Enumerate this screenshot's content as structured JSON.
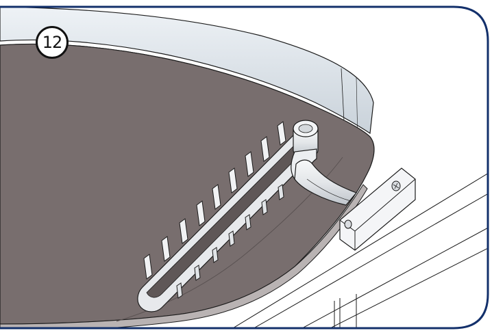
{
  "step": {
    "number": "12"
  },
  "colors": {
    "frame_border": "#13306b",
    "tray_surface": "#786e6e",
    "tray_rim": "#dde4ea",
    "line": "#1a1a1a"
  },
  "icons": {
    "step_badge": "circled-number",
    "illustration": "tray-with-wall-bracket"
  }
}
